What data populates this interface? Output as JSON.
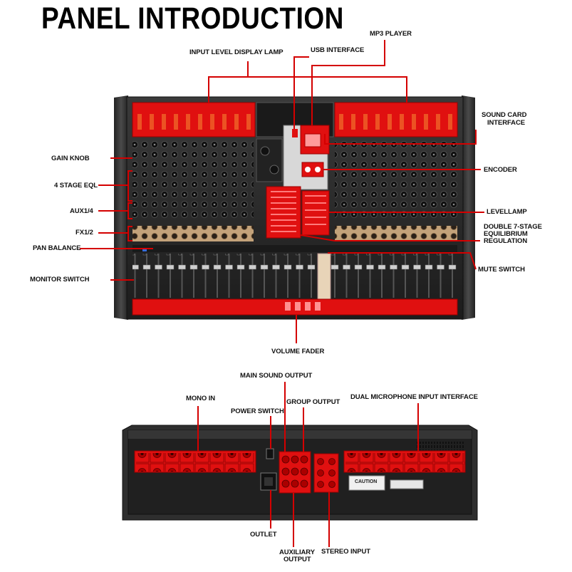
{
  "title": "PANEL INTRODUCTION",
  "top_labels": {
    "input_level_display_lamp": "INPUT LEVEL DISPLAY LAMP",
    "usb_interface": "USB INTERFACE",
    "mp3_player": "MP3 PLAYER",
    "sound_card_interface_1": "SOUND CARD",
    "sound_card_interface_2": "INTERFACE",
    "gain_knob": "GAIN KNOB",
    "four_stage_eql": "4 STAGE EQL",
    "encoder": "ENCODER",
    "aux": "AUX1/4",
    "level_lamp": "LEVELLAMP",
    "fx": "FX1/2",
    "double_eq_1": "DOUBLE 7-STAGE",
    "double_eq_2": "EQUILIBRIUM",
    "double_eq_3": "REGULATION",
    "pan_balance": "PAN BALANCE",
    "mute_switch": "MUTE SWITCH",
    "monitor_switch": "MONITOR SWITCH",
    "volume_fader": "VOLUME FADER"
  },
  "bottom_labels": {
    "main_sound_output": "MAIN SOUND OUTPUT",
    "mono_in": "MONO IN",
    "power_switch": "POWER SWITCH",
    "group_output": "GROUP OUTPUT",
    "dual_mic_input": "DUAL MICROPHONE INPUT INTERFACE",
    "outlet": "OUTLET",
    "auxiliary_output_1": "AUXILIARY",
    "auxiliary_output_2": "OUTPUT",
    "stereo_input": "STEREO INPUT",
    "caution": "CAUTION"
  },
  "colors": {
    "highlight_red": "#e01010",
    "line_red": "#d40000",
    "mixer_body": "#2a2a2a",
    "mixer_dark": "#161616",
    "gold_strip": "#c8a878"
  }
}
